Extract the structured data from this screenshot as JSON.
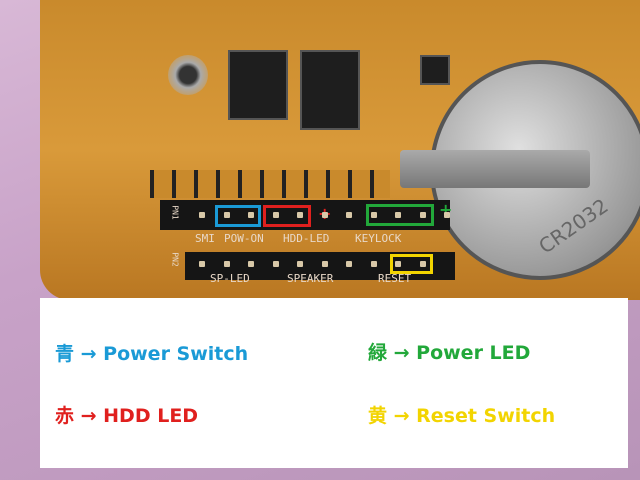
{
  "board": {
    "pn1_label": "PN1",
    "pn2_label": "PN2",
    "silkscreen_top": [
      "SMI",
      "POW-ON",
      "HDD-LED",
      "KEYLOCK"
    ],
    "silkscreen_bottom": [
      "SP-LED",
      "SPEAKER",
      "RESET"
    ],
    "plus_marks": [
      "+",
      "+"
    ],
    "battery_label": "CR2032"
  },
  "colors": {
    "blue": "#1a9ad6",
    "red": "#e0201e",
    "green": "#22a83a",
    "yellow": "#f2d400"
  },
  "legend": [
    {
      "text": "青 → Power Switch",
      "color": "#1a9ad6"
    },
    {
      "text": "緑 → Power LED",
      "color": "#22a83a"
    },
    {
      "text": "赤 → HDD LED",
      "color": "#e0201e"
    },
    {
      "text": "黄 → Reset Switch",
      "color": "#f2d400"
    }
  ]
}
